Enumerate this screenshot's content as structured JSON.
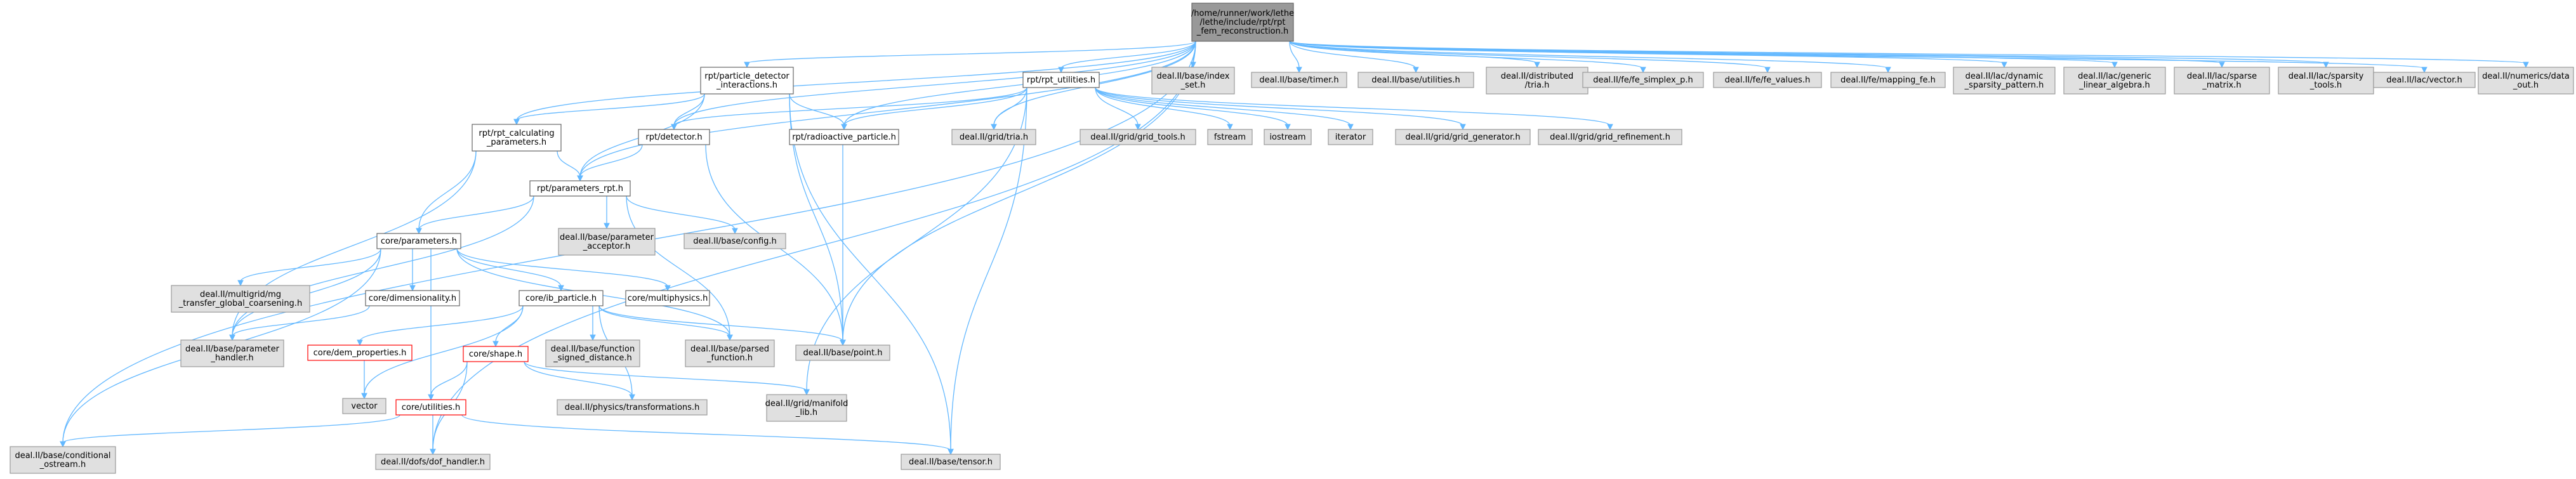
{
  "colors": {
    "root_fill": "#999999",
    "local_fill": "#ffffff",
    "local_stroke": "#666666",
    "system_fill": "#e0e0e0",
    "system_stroke": "#999999",
    "incomplete_stroke": "#ff0000",
    "edge": "#63b8ff"
  },
  "nodes": [
    {
      "id": "root",
      "kind": "root",
      "lines": [
        "/home/runner/work/lethe",
        "/lethe/include/rpt/rpt",
        "_fem_reconstruction.h"
      ]
    },
    {
      "id": "pdi",
      "kind": "local",
      "lines": [
        "rpt/particle_detector",
        "_interactions.h"
      ]
    },
    {
      "id": "utils",
      "kind": "local",
      "lines": [
        "rpt/rpt_utilities.h"
      ]
    },
    {
      "id": "calc",
      "kind": "local",
      "lines": [
        "rpt/rpt_calculating",
        "_parameters.h"
      ]
    },
    {
      "id": "detector",
      "kind": "local",
      "lines": [
        "rpt/detector.h"
      ]
    },
    {
      "id": "radio",
      "kind": "local",
      "lines": [
        "rpt/radioactive_particle.h"
      ]
    },
    {
      "id": "params_rpt",
      "kind": "local",
      "lines": [
        "rpt/parameters_rpt.h"
      ]
    },
    {
      "id": "core_params",
      "kind": "local",
      "lines": [
        "core/parameters.h"
      ]
    },
    {
      "id": "dim",
      "kind": "local",
      "lines": [
        "core/dimensionality.h"
      ]
    },
    {
      "id": "ib",
      "kind": "local",
      "lines": [
        "core/ib_particle.h"
      ]
    },
    {
      "id": "multiphys",
      "kind": "local",
      "lines": [
        "core/multiphysics.h"
      ]
    },
    {
      "id": "dem",
      "kind": "incomplete",
      "lines": [
        "core/dem_properties.h"
      ]
    },
    {
      "id": "shape",
      "kind": "incomplete",
      "lines": [
        "core/shape.h"
      ]
    },
    {
      "id": "cutils",
      "kind": "incomplete",
      "lines": [
        "core/utilities.h"
      ]
    },
    {
      "id": "index_set",
      "kind": "system",
      "lines": [
        "deal.II/base/index",
        "_set.h"
      ]
    },
    {
      "id": "timer",
      "kind": "system",
      "lines": [
        "deal.II/base/timer.h"
      ]
    },
    {
      "id": "base_utils",
      "kind": "system",
      "lines": [
        "deal.II/base/utilities.h"
      ]
    },
    {
      "id": "dist_tria",
      "kind": "system",
      "lines": [
        "deal.II/distributed",
        "/tria.h"
      ]
    },
    {
      "id": "fe_simplex",
      "kind": "system",
      "lines": [
        "deal.II/fe/fe_simplex_p.h"
      ]
    },
    {
      "id": "fe_values",
      "kind": "system",
      "lines": [
        "deal.II/fe/fe_values.h"
      ]
    },
    {
      "id": "mapping_fe",
      "kind": "system",
      "lines": [
        "deal.II/fe/mapping_fe.h"
      ]
    },
    {
      "id": "dyn_sp",
      "kind": "system",
      "lines": [
        "deal.II/lac/dynamic",
        "_sparsity_pattern.h"
      ]
    },
    {
      "id": "gen_la",
      "kind": "system",
      "lines": [
        "deal.II/lac/generic",
        "_linear_algebra.h"
      ]
    },
    {
      "id": "sp_matrix",
      "kind": "system",
      "lines": [
        "deal.II/lac/sparse",
        "_matrix.h"
      ]
    },
    {
      "id": "sp_tools",
      "kind": "system",
      "lines": [
        "deal.II/lac/sparsity",
        "_tools.h"
      ]
    },
    {
      "id": "vector_h",
      "kind": "system",
      "lines": [
        "deal.II/lac/vector.h"
      ]
    },
    {
      "id": "data_out",
      "kind": "system",
      "lines": [
        "deal.II/numerics/data",
        "_out.h"
      ]
    },
    {
      "id": "tria",
      "kind": "system",
      "lines": [
        "deal.II/grid/tria.h"
      ]
    },
    {
      "id": "grid_tools",
      "kind": "system",
      "lines": [
        "deal.II/grid/grid_tools.h"
      ]
    },
    {
      "id": "fstream",
      "kind": "system",
      "lines": [
        "fstream"
      ]
    },
    {
      "id": "iostream",
      "kind": "system",
      "lines": [
        "iostream"
      ]
    },
    {
      "id": "iterator",
      "kind": "system",
      "lines": [
        "iterator"
      ]
    },
    {
      "id": "grid_gen",
      "kind": "system",
      "lines": [
        "deal.II/grid/grid_generator.h"
      ]
    },
    {
      "id": "grid_ref",
      "kind": "system",
      "lines": [
        "deal.II/grid/grid_refinement.h"
      ]
    },
    {
      "id": "param_acc",
      "kind": "system",
      "lines": [
        "deal.II/base/parameter",
        "_acceptor.h"
      ]
    },
    {
      "id": "config",
      "kind": "system",
      "lines": [
        "deal.II/base/config.h"
      ]
    },
    {
      "id": "mg_transfer",
      "kind": "system",
      "lines": [
        "deal.II/multigrid/mg",
        "_transfer_global_coarsening.h"
      ]
    },
    {
      "id": "param_handler",
      "kind": "system",
      "lines": [
        "deal.II/base/parameter",
        "_handler.h"
      ]
    },
    {
      "id": "func_signed",
      "kind": "system",
      "lines": [
        "deal.II/base/function",
        "_signed_distance.h"
      ]
    },
    {
      "id": "parsed_func",
      "kind": "system",
      "lines": [
        "deal.II/base/parsed",
        "_function.h"
      ]
    },
    {
      "id": "point",
      "kind": "system",
      "lines": [
        "deal.II/base/point.h"
      ]
    },
    {
      "id": "vector_std",
      "kind": "system",
      "lines": [
        "vector"
      ]
    },
    {
      "id": "physics",
      "kind": "system",
      "lines": [
        "deal.II/physics/transformations.h"
      ]
    },
    {
      "id": "manifold",
      "kind": "system",
      "lines": [
        "deal.II/grid/manifold",
        "_lib.h"
      ]
    },
    {
      "id": "cond_ostream",
      "kind": "system",
      "lines": [
        "deal.II/base/conditional",
        "_ostream.h"
      ]
    },
    {
      "id": "dof_handler",
      "kind": "system",
      "lines": [
        "deal.II/dofs/dof_handler.h"
      ]
    },
    {
      "id": "tensor",
      "kind": "system",
      "lines": [
        "deal.II/base/tensor.h"
      ]
    }
  ],
  "edges": [
    [
      "root",
      "pdi"
    ],
    [
      "root",
      "utils"
    ],
    [
      "root",
      "calc"
    ],
    [
      "root",
      "detector"
    ],
    [
      "root",
      "radio"
    ],
    [
      "root",
      "params_rpt"
    ],
    [
      "root",
      "index_set"
    ],
    [
      "root",
      "timer"
    ],
    [
      "root",
      "base_utils"
    ],
    [
      "root",
      "dist_tria"
    ],
    [
      "root",
      "fe_simplex"
    ],
    [
      "root",
      "fe_values"
    ],
    [
      "root",
      "mapping_fe"
    ],
    [
      "root",
      "dyn_sp"
    ],
    [
      "root",
      "gen_la"
    ],
    [
      "root",
      "sp_matrix"
    ],
    [
      "root",
      "sp_tools"
    ],
    [
      "root",
      "vector_h"
    ],
    [
      "root",
      "data_out"
    ],
    [
      "root",
      "tria"
    ],
    [
      "root",
      "point"
    ],
    [
      "root",
      "cond_ostream"
    ],
    [
      "root",
      "dof_handler"
    ],
    [
      "pdi",
      "calc"
    ],
    [
      "pdi",
      "detector"
    ],
    [
      "pdi",
      "radio"
    ],
    [
      "pdi",
      "params_rpt"
    ],
    [
      "pdi",
      "point"
    ],
    [
      "pdi",
      "tensor"
    ],
    [
      "utils",
      "detector"
    ],
    [
      "utils",
      "radio"
    ],
    [
      "utils",
      "tria"
    ],
    [
      "utils",
      "grid_tools"
    ],
    [
      "utils",
      "fstream"
    ],
    [
      "utils",
      "iostream"
    ],
    [
      "utils",
      "iterator"
    ],
    [
      "utils",
      "grid_gen"
    ],
    [
      "utils",
      "grid_ref"
    ],
    [
      "utils",
      "manifold"
    ],
    [
      "utils",
      "tensor"
    ],
    [
      "calc",
      "params_rpt"
    ],
    [
      "calc",
      "core_params"
    ],
    [
      "calc",
      "param_handler"
    ],
    [
      "detector",
      "params_rpt"
    ],
    [
      "detector",
      "point"
    ],
    [
      "radio",
      "point"
    ],
    [
      "params_rpt",
      "core_params"
    ],
    [
      "params_rpt",
      "param_acc"
    ],
    [
      "params_rpt",
      "config"
    ],
    [
      "params_rpt",
      "parsed_func"
    ],
    [
      "params_rpt",
      "param_handler"
    ],
    [
      "core_params",
      "mg_transfer"
    ],
    [
      "core_params",
      "param_handler"
    ],
    [
      "core_params",
      "dim"
    ],
    [
      "core_params",
      "ib"
    ],
    [
      "core_params",
      "multiphys"
    ],
    [
      "core_params",
      "parsed_func"
    ],
    [
      "core_params",
      "cutils"
    ],
    [
      "core_params",
      "cond_ostream"
    ],
    [
      "dim",
      "param_handler"
    ],
    [
      "ib",
      "dem"
    ],
    [
      "ib",
      "shape"
    ],
    [
      "ib",
      "func_signed"
    ],
    [
      "ib",
      "parsed_func"
    ],
    [
      "ib",
      "point"
    ],
    [
      "ib",
      "physics"
    ],
    [
      "ib",
      "vector_std"
    ],
    [
      "dem",
      "vector_std"
    ],
    [
      "shape",
      "cutils"
    ],
    [
      "shape",
      "physics"
    ],
    [
      "shape",
      "manifold"
    ],
    [
      "shape",
      "dof_handler"
    ],
    [
      "cutils",
      "cond_ostream"
    ],
    [
      "cutils",
      "dof_handler"
    ],
    [
      "cutils",
      "tensor"
    ]
  ]
}
